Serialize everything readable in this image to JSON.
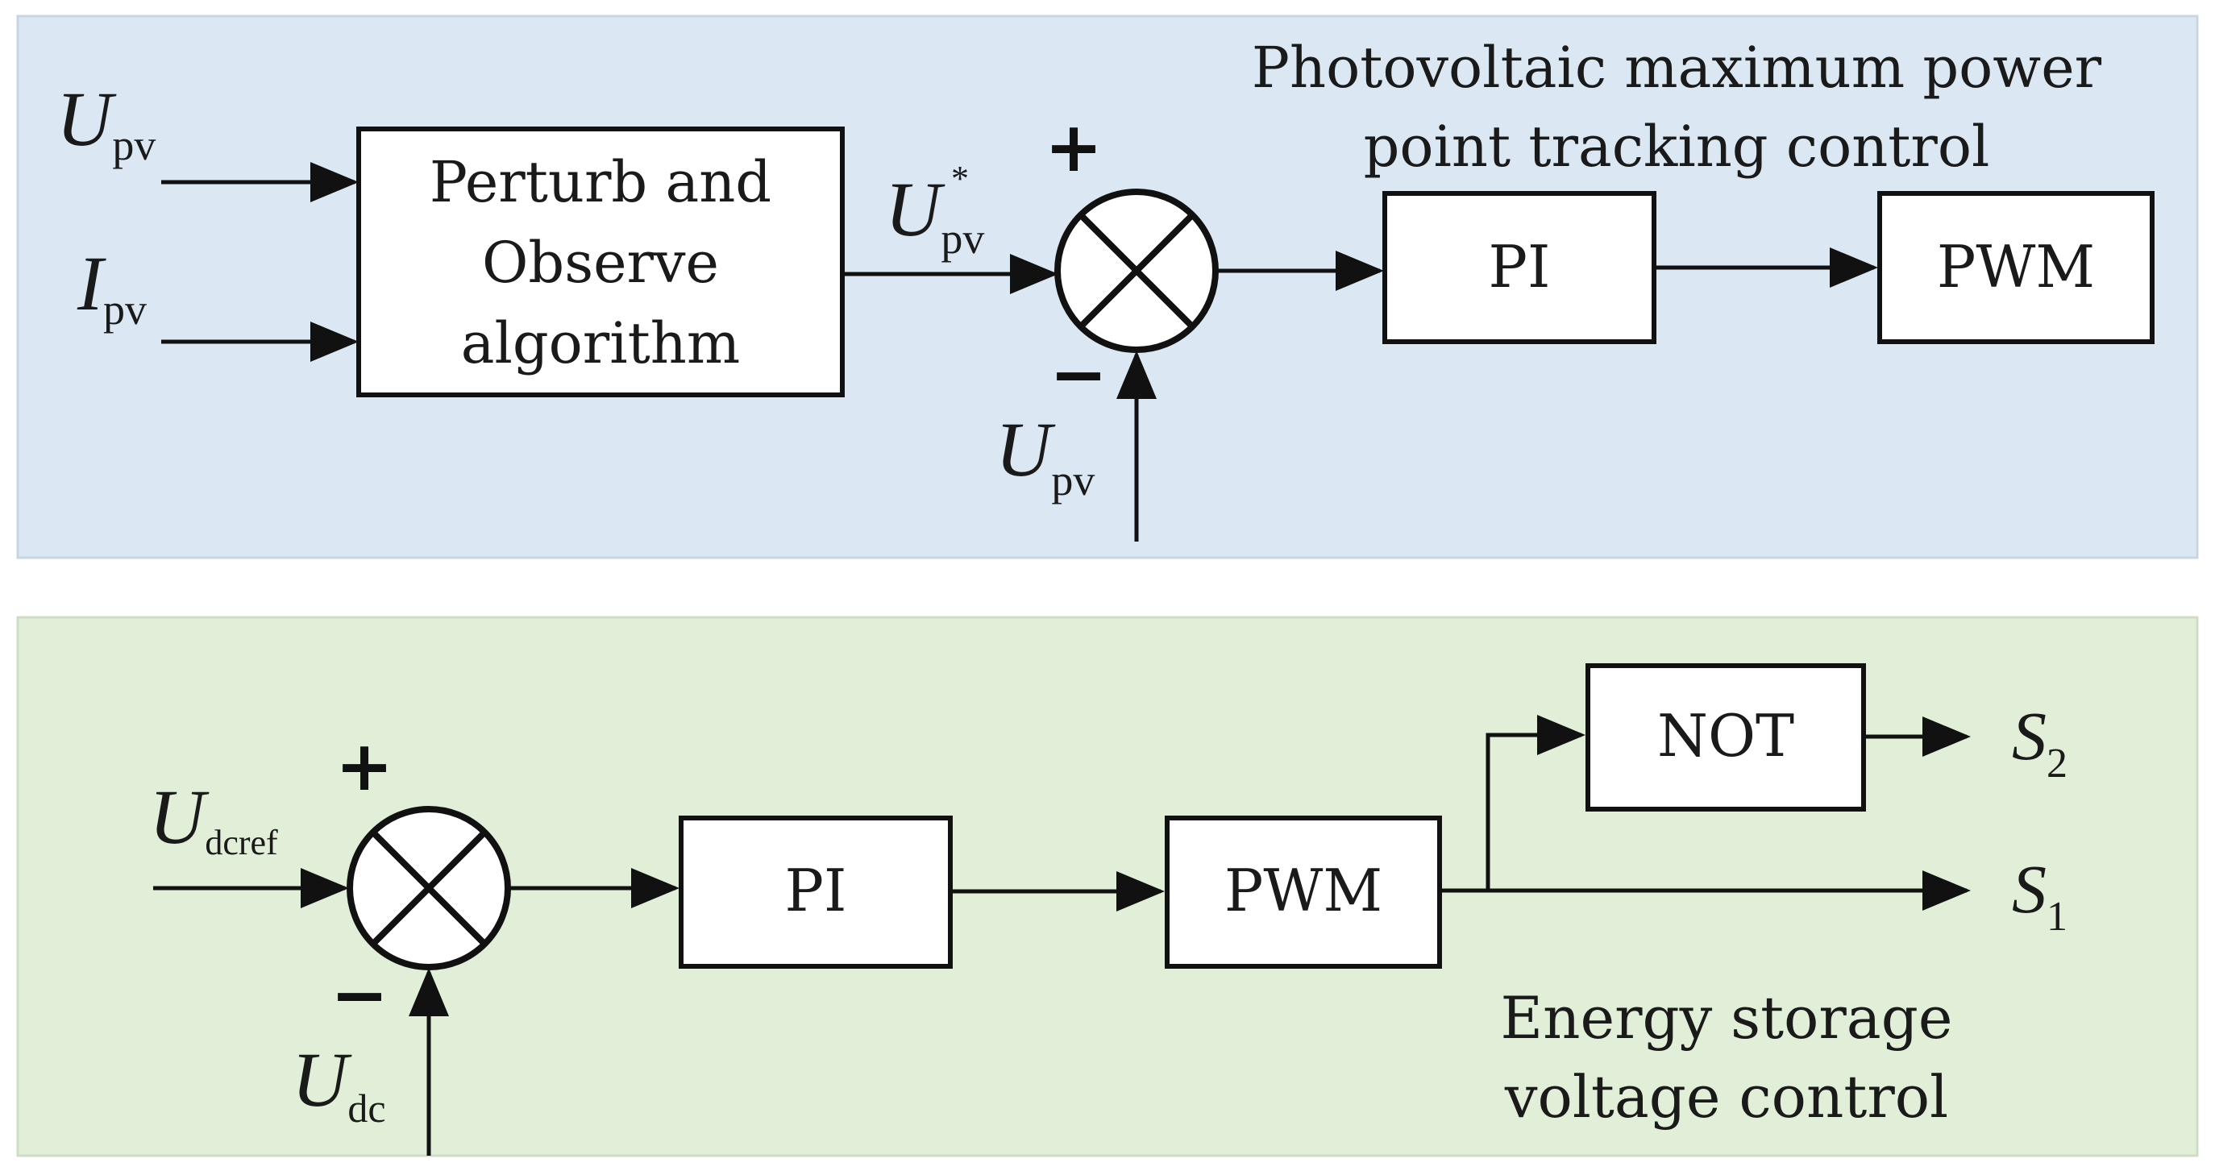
{
  "colors": {
    "top_panel": "#dbe8f4",
    "bottom_panel": "#e1efd8",
    "line": "#111111"
  },
  "top": {
    "caption_line1": "Photovoltaic maximum power",
    "caption_line2": "point tracking control",
    "input_u_main": "U",
    "input_u_sub": "pv",
    "input_i_main": "I",
    "input_i_sub": "pv",
    "po_line1": "Perturb and",
    "po_line2": "Observe",
    "po_line3": "algorithm",
    "ref_main": "U",
    "ref_sub": "pv",
    "ref_sup": "*",
    "sum_plus": "+",
    "sum_minus": "−",
    "fb_main": "U",
    "fb_sub": "pv",
    "pi_label": "PI",
    "pwm_label": "PWM"
  },
  "bottom": {
    "caption_line1": "Energy storage",
    "caption_line2": "voltage control",
    "ref_main": "U",
    "ref_sub": "dcref",
    "sum_plus": "+",
    "sum_minus": "−",
    "fb_main": "U",
    "fb_sub": "dc",
    "pi_label": "PI",
    "pwm_label": "PWM",
    "not_label": "NOT",
    "s2_main": "S",
    "s2_sub": "2",
    "s1_main": "S",
    "s1_sub": "1"
  }
}
